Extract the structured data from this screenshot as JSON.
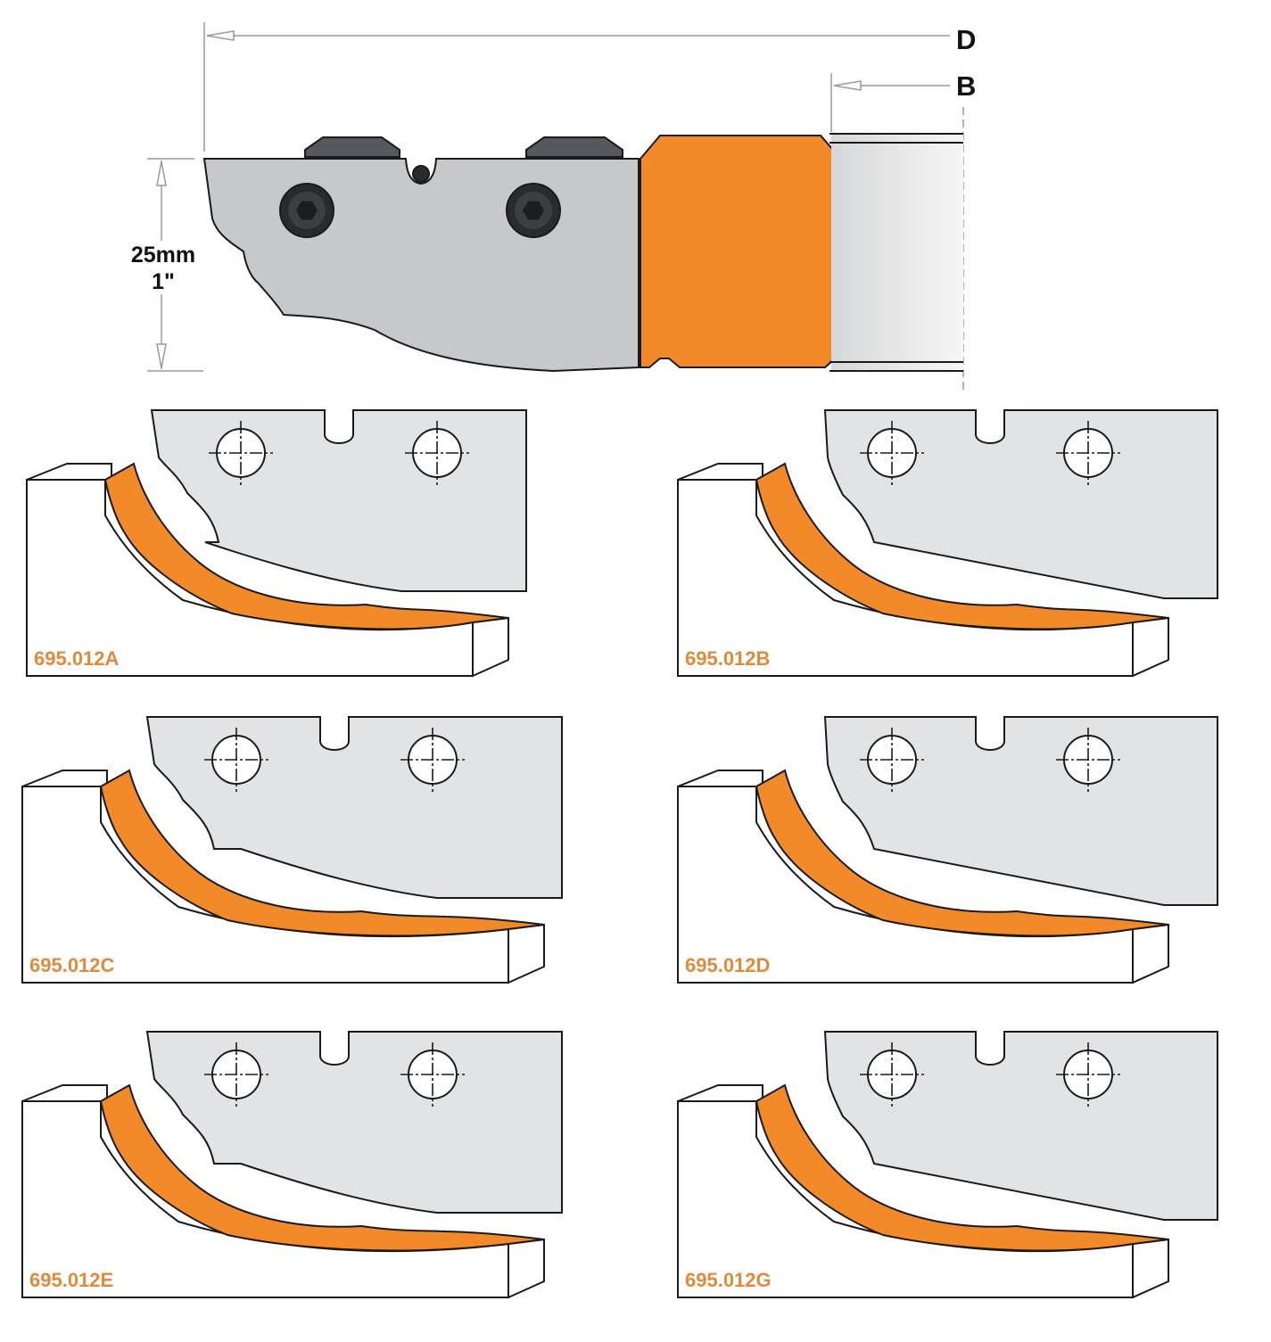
{
  "dimensions": {
    "d_label": "D",
    "b_label": "B",
    "height_mm": "25mm",
    "height_in": "1\""
  },
  "profiles": [
    {
      "code": "695.012A"
    },
    {
      "code": "695.012B"
    },
    {
      "code": "695.012C"
    },
    {
      "code": "695.012D"
    },
    {
      "code": "695.012E"
    },
    {
      "code": "695.012G"
    }
  ],
  "colors": {
    "orange": "#f28a2a",
    "orange_dark": "#c8641a",
    "label_orange": "#e08a3c",
    "steel": "#c8c9cb",
    "steel_light": "#e2e3e4",
    "outline": "#1a1a1a",
    "dim_line": "#9a9a9a"
  }
}
